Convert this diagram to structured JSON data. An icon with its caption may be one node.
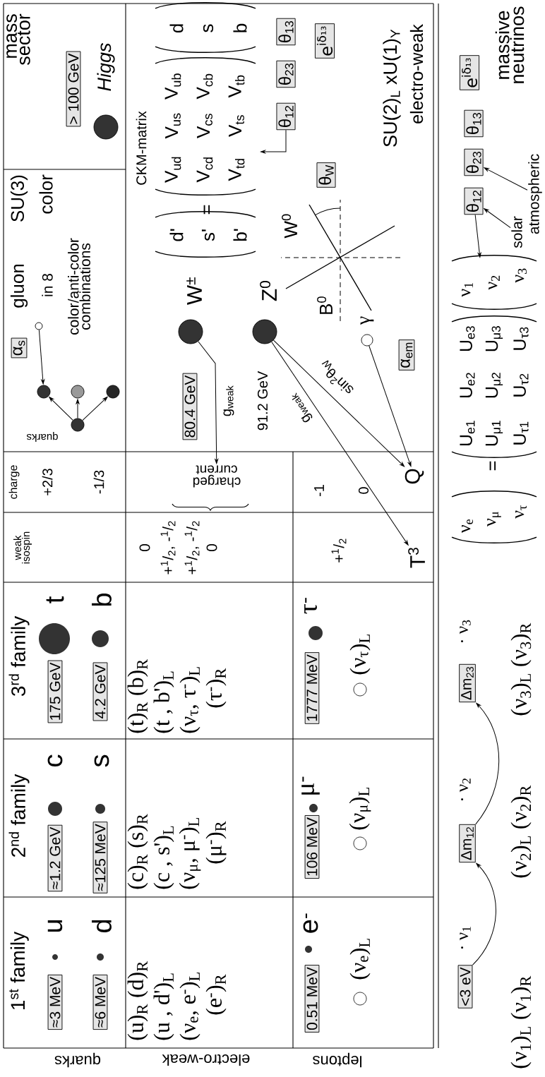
{
  "diagram": {
    "nodes": [
      {
        "text": [
          "≈3 MeV"
        ]
      },
      {
        "text": [
          "≈6 MeV"
        ]
      },
      {
        "text": [
          "≈1.2 GeV"
        ]
      },
      {
        "text": [
          "≈125 MeV"
        ]
      },
      {
        "text": [
          "175 GeV"
        ]
      },
      {
        "text": [
          "4.2 GeV"
        ]
      },
      {
        "text": [
          "α$_{s}$"
        ]
      },
      {
        "text": [],
        "shape": "circle",
        "beside": [
          "gluon"
        ]
      },
      {
        "text": [],
        "shape": "circle",
        "beside": [
          "quarks"
        ]
      },
      {
        "text": [],
        "shape": "circle"
      },
      {
        "text": [],
        "shape": "circle"
      },
      {
        "text": [],
        "shape": "circle"
      },
      {
        "text": [
          "> 100 GeV"
        ]
      },
      {
        "text": [],
        "shape": "circle",
        "beside": [
          "Higgs"
        ]
      },
      {
        "text": [
          "0.51 MeV"
        ]
      },
      {
        "text": [
          "106 MeV"
        ]
      },
      {
        "text": [
          "1777 MeV"
        ]
      },
      {
        "text": [
          "80.4 GeV"
        ]
      },
      {
        "text": [],
        "shape": "circle",
        "beside": [
          "W$^{±}$"
        ]
      },
      {
        "text": [],
        "shape": "circle",
        "beside": [
          "Z$^{0}$",
          "91.2 GeV"
        ]
      },
      {
        "text": [],
        "shape": "circle",
        "beside": [
          "γ"
        ]
      },
      {
        "text": [
          "charged current"
        ]
      },
      {
        "text": [
          "Q"
        ]
      },
      {
        "text": [
          "T$^{3}$"
        ]
      },
      {
        "text": [
          "θ$_{W}$"
        ]
      },
      {
        "text": [
          "α$_{em}$"
        ]
      },
      {
        "text": [
          "θ$_{12}$"
        ]
      },
      {
        "text": [
          "θ$_{23}$"
        ]
      },
      {
        "text": [
          "θ$_{13}$"
        ]
      },
      {
        "text": [
          "e$^{iδ₁₃}$"
        ]
      },
      {
        "text": [
          "<3 eV"
        ]
      },
      {
        "text": [
          "Δm$_{12}$"
        ]
      },
      {
        "text": [
          "Δm$_{23}$"
        ]
      },
      {
        "text": [
          "θ$_{12}$"
        ]
      },
      {
        "text": [
          "θ$_{23}$"
        ]
      },
      {
        "text": [
          "θ$_{13}$"
        ]
      },
      {
        "text": [
          "e$^{iδ₁₃}$"
        ]
      },
      {
        "text": [
          "solar"
        ]
      },
      {
        "text": [
          "atmospheric"
        ]
      }
    ],
    "edges": [
      {
        "from": 7,
        "to": 9,
        "arrow": "to"
      },
      {
        "from": 8,
        "to": 9,
        "arrow": "to"
      },
      {
        "from": 8,
        "to": 10,
        "arrow": "to"
      },
      {
        "from": 8,
        "to": 11,
        "arrow": "to"
      },
      {
        "from": 18,
        "to": 21,
        "arrow": "to",
        "label": "g$_{weak}$"
      },
      {
        "from": 19,
        "to": 23,
        "arrow": "to",
        "label": "g$_{weak}$"
      },
      {
        "from": 19,
        "to": 22,
        "arrow": "to",
        "label": "sin$^{2}$θ$_{W}$"
      },
      {
        "from": 20,
        "to": 22,
        "arrow": "to"
      },
      {
        "from": 26,
        "to": null,
        "arrow": "to"
      },
      {
        "from": 30,
        "to": 31,
        "arrow": "to"
      },
      {
        "from": 31,
        "to": 32,
        "arrow": "to"
      },
      {
        "from": 33,
        "to": null,
        "arrow": "to"
      },
      {
        "from": 37,
        "to": 33,
        "arrow": "to"
      },
      {
        "from": 38,
        "to": 34,
        "arrow": "to"
      }
    ],
    "labels": [
      "quarks",
      "electro-weak",
      "leptons",
      "1$^{st}$ family",
      "u",
      "d",
      "2$^{nd}$ family",
      "c",
      "s",
      "3$^{rd}$ family",
      "t",
      "b",
      "weak isospin",
      "charge",
      "+2/3",
      "-1/3",
      "SU(3)",
      "color",
      "in 8",
      "color/anti-color combinations",
      "mass sector",
      "(u)$_{R}$ (d)$_{R}$",
      "(u , d')$_{L}$",
      "(ν$_{e}$, e$^{-}$)$_{L}$",
      "(e$^{-}$)$_{R}$",
      "(c)$_{R}$ (s)$_{R}$",
      "(c , s')$_{L}$",
      "(ν$_{μ}$, μ$^{-}$)$_{L}$",
      "(μ$^{-}$)$_{R}$",
      "(t)$_{R}$ (b)$_{R}$",
      "(t , b')$_{L}$",
      "(ν$_{τ}$, τ$^{-}$)$_{L}$",
      "(τ$^{-}$)$_{R}$",
      "0",
      "+$^{1}$/$_{2}$, -$^{1}$/$_{2}$",
      "+$^{1}$/$_{2}$, -$^{1}$/$_{2}$",
      "0",
      "e$^{-}$",
      "(ν$_{e}$)$_{L}$",
      "μ$^{-}$",
      "(ν$_{μ}$)$_{L}$",
      "τ$^{-}$",
      "(ν$_{τ}$)$_{L}$",
      "+$^{1}$/$_{2}$",
      "-1",
      "0",
      "CKM-matrix",
      "d'",
      "s'",
      "b'",
      "=",
      "V$_{ud}$",
      "V$_{us}$",
      "V$_{ub}$",
      "V$_{cd}$",
      "V$_{cs}$",
      "V$_{cb}$",
      "V$_{td}$",
      "V$_{ts}$",
      "V$_{tb}$",
      "d",
      "s",
      "b",
      "W$^{0}$",
      "B$^{0}$",
      "SU(2)$_{L}$ xU(1)$_{Y}$",
      "electro-weak",
      "· ν$_{1}$",
      "· ν$_{2}$",
      "· ν$_{3}$",
      "(ν$_{1}$)$_{L}$ (ν$_{1}$)$_{R}$",
      "(ν$_{2}$)$_{L}$ (ν$_{2}$)$_{R}$",
      "(ν$_{3}$)$_{L}$ (ν$_{3}$)$_{R}$",
      "ν$_{e}$",
      "ν$_{μ}$",
      "ν$_{τ}$",
      "=",
      "U$_{e1}$",
      "U$_{e2}$",
      "U$_{e3}$",
      "U$_{μ1}$",
      "U$_{μ2}$",
      "U$_{μ3}$",
      "U$_{τ1}$",
      "U$_{τ2}$",
      "U$_{τ3}$",
      "ν$_{1}$",
      "ν$_{2}$",
      "ν$_{3}$",
      "massive neutrinos"
    ]
  }
}
